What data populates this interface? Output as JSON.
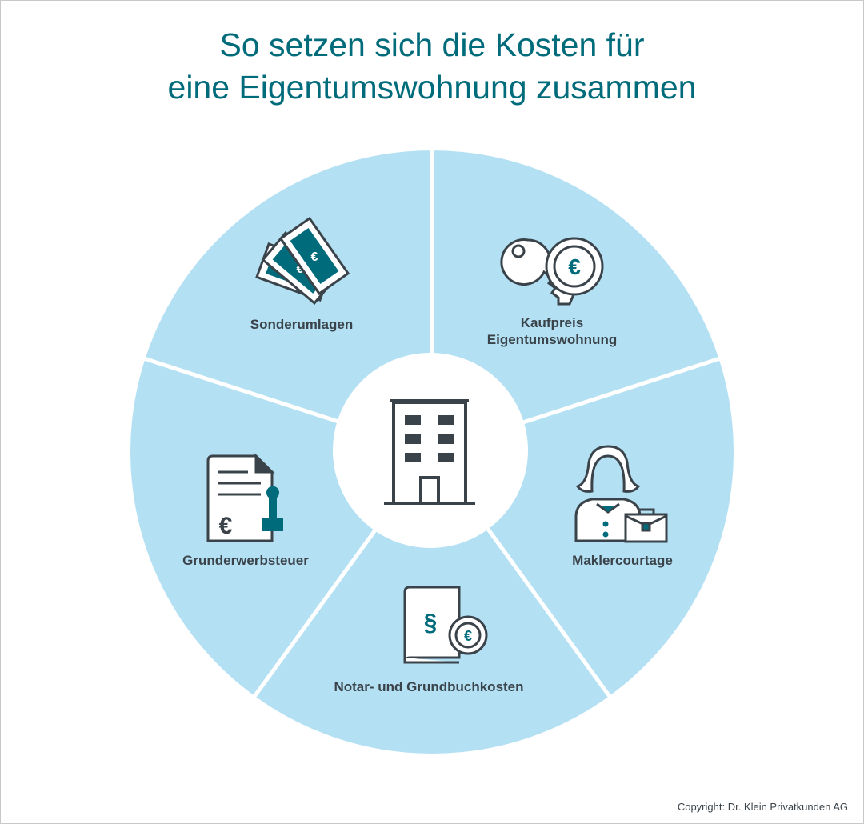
{
  "title": {
    "line1": "So setzen sich die Kosten für",
    "line2": "eine Eigentumswohnung zusammen"
  },
  "segments": [
    {
      "label": "Kaufpreis",
      "label2": "Eigentumswohnung",
      "icon": "key-coin-icon"
    },
    {
      "label": "Maklercourtage",
      "icon": "realtor-briefcase-icon"
    },
    {
      "label": "Notar- und Grundbuchkosten",
      "icon": "law-book-coin-icon"
    },
    {
      "label": "Grunderwerbsteuer",
      "icon": "document-stamp-icon"
    },
    {
      "label": "Sonderumlagen",
      "icon": "banknotes-icon"
    }
  ],
  "center_icon": "apartment-building-icon",
  "copyright": "Copyright: Dr. Klein Privatkunden AG",
  "colors": {
    "segment": "#b3e0f3",
    "accent": "#006b7b",
    "line": "#3a434a"
  }
}
